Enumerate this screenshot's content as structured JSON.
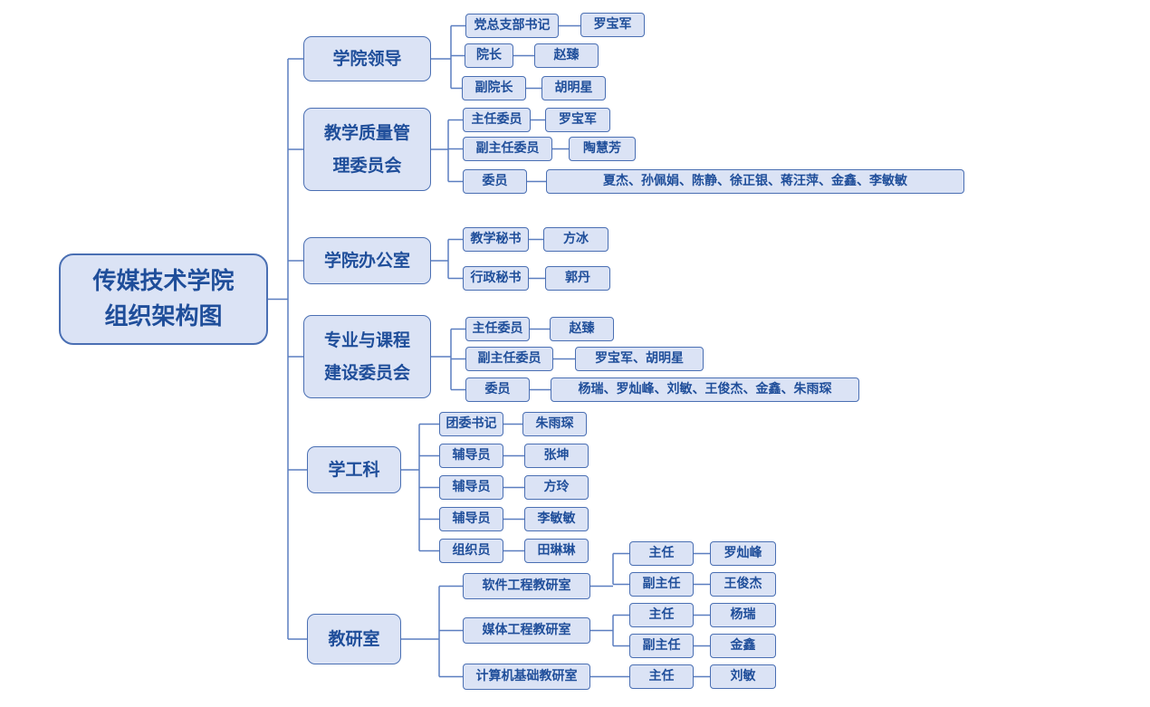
{
  "root": {
    "lines": [
      "传媒技术学院",
      "组织架构图"
    ]
  },
  "branches": [
    {
      "name": "学院领导",
      "rows": [
        {
          "role": "党总支部书记",
          "person": "罗宝军"
        },
        {
          "role": "院长",
          "person": "赵臻"
        },
        {
          "role": "副院长",
          "person": "胡明星"
        }
      ]
    },
    {
      "name": "教学质量管理委员会",
      "rows": [
        {
          "role": "主任委员",
          "person": "罗宝军"
        },
        {
          "role": "副主任委员",
          "person": "陶慧芳"
        },
        {
          "role": "委员",
          "person": "夏杰、孙佩娟、陈静、徐正银、蒋汪萍、金鑫、李敏敏"
        }
      ]
    },
    {
      "name": "学院办公室",
      "rows": [
        {
          "role": "教学秘书",
          "person": "方冰"
        },
        {
          "role": "行政秘书",
          "person": "郭丹"
        }
      ]
    },
    {
      "name": "专业与课程建设委员会",
      "rows": [
        {
          "role": "主任委员",
          "person": "赵臻"
        },
        {
          "role": "副主任委员",
          "person": "罗宝军、胡明星"
        },
        {
          "role": "委员",
          "person": "杨瑞、罗灿峰、刘敏、王俊杰、金鑫、朱雨琛"
        }
      ]
    },
    {
      "name": "学工科",
      "rows": [
        {
          "role": "团委书记",
          "person": "朱雨琛"
        },
        {
          "role": "辅导员",
          "person": "张坤"
        },
        {
          "role": "辅导员",
          "person": "方玲"
        },
        {
          "role": "辅导员",
          "person": "李敏敏"
        },
        {
          "role": "组织员",
          "person": "田琳琳"
        }
      ]
    },
    {
      "name": "教研室",
      "groups": [
        {
          "name": "软件工程教研室",
          "rows": [
            {
              "role": "主任",
              "person": "罗灿峰"
            },
            {
              "role": "副主任",
              "person": "王俊杰"
            }
          ]
        },
        {
          "name": "媒体工程教研室",
          "rows": [
            {
              "role": "主任",
              "person": "杨瑞"
            },
            {
              "role": "副主任",
              "person": "金鑫"
            }
          ]
        },
        {
          "name": "计算机基础教研室",
          "rows": [
            {
              "role": "主任",
              "person": "刘敏"
            }
          ]
        }
      ]
    }
  ]
}
